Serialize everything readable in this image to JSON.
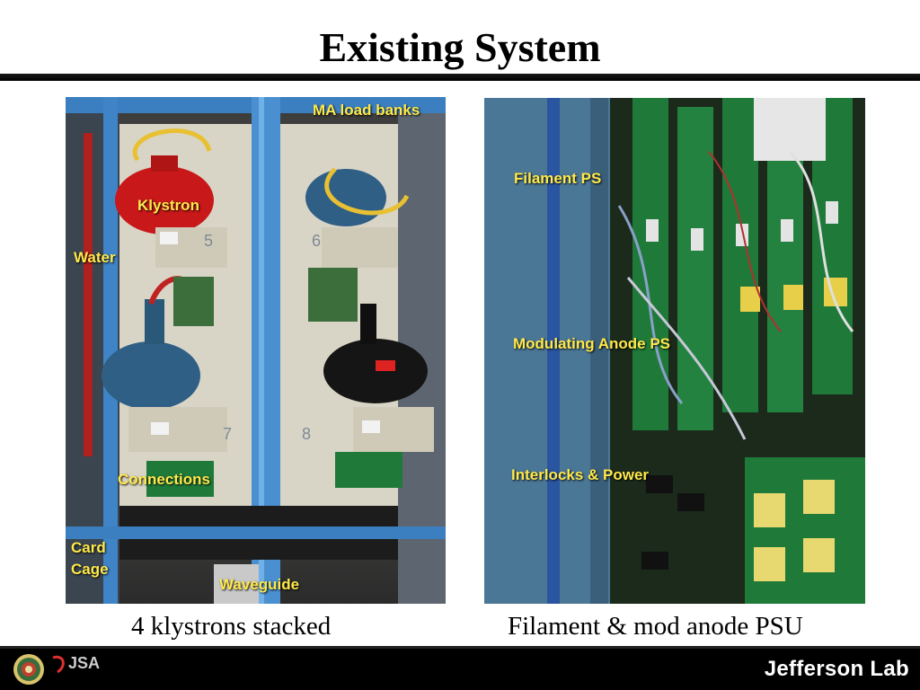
{
  "slide": {
    "title": "Existing System",
    "footer_logo_text": "Jefferson Lab",
    "jsa_logo_text": "JSA"
  },
  "left_photo": {
    "caption": "4 klystrons stacked",
    "labels": [
      {
        "key": "ma-load-banks",
        "text": "MA load banks"
      },
      {
        "key": "klystron",
        "text": "Klystron"
      },
      {
        "key": "water",
        "text": "Water"
      },
      {
        "key": "connections",
        "text": "Connections"
      },
      {
        "key": "card-cage",
        "text": "Card\nCage"
      },
      {
        "key": "waveguide",
        "text": "Waveguide"
      }
    ],
    "klystron_numbers": [
      "5",
      "6",
      "7",
      "8"
    ]
  },
  "right_photo": {
    "caption": "Filament & mod anode PSU",
    "labels": [
      {
        "key": "filament-ps",
        "text": "Filament PS"
      },
      {
        "key": "modulating-anode-ps",
        "text": "Modulating Anode PS"
      },
      {
        "key": "interlocks-power",
        "text": "Interlocks & Power"
      }
    ]
  },
  "colors": {
    "label_yellow": "#ffe94a",
    "frame_blue": "#4a8fd0",
    "klystron_red": "#c8181a",
    "klystron_blue": "#2f5f85",
    "klystron_black": "#151515",
    "board_green": "#1f7a3a"
  },
  "icons": [
    "doe-seal-icon",
    "jsa-logo-icon",
    "jefferson-lab-logo-icon"
  ]
}
